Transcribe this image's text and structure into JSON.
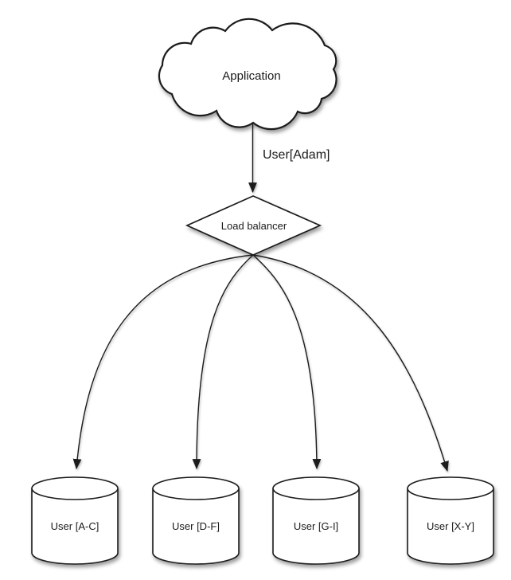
{
  "nodes": {
    "application": {
      "label": "Application"
    },
    "load_balancer": {
      "label": "Load balancer"
    }
  },
  "edge": {
    "label": "User[Adam]"
  },
  "shards": [
    {
      "label": "User [A-C]"
    },
    {
      "label": "User [D-F]"
    },
    {
      "label": "User [G-I]"
    },
    {
      "label": "User [X-Y]"
    }
  ],
  "colors": {
    "stroke": "#1a1a1a",
    "fill": "#ffffff",
    "text": "#1a1a1a",
    "background": "#ffffff"
  }
}
